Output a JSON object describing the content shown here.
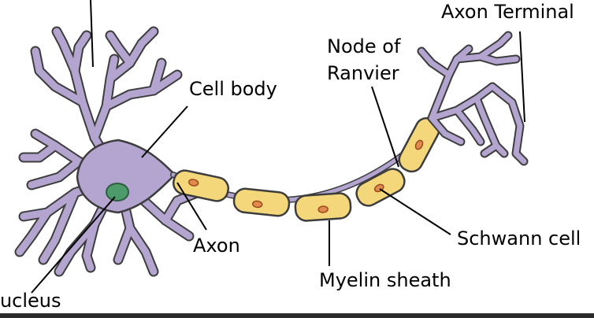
{
  "labels": {
    "axon_terminal": "Axon Terminal",
    "node_of_ranvier_line1": "Node of",
    "node_of_ranvier_line2": "Ranvier",
    "cell_body": "Cell body",
    "axon": "Axon",
    "schwann_cell": "Schwann cell",
    "myelin_sheath": "Myelin sheath",
    "nucleus": "Nucleus"
  },
  "colors": {
    "cell_fill": "#b3a4d0",
    "outline": "#3d3d3d",
    "myelin_fill": "#f4d77a",
    "schwann_nucleus": "#e08a4e",
    "cell_nucleus": "#4d9a6a",
    "leader_line": "#000000"
  }
}
